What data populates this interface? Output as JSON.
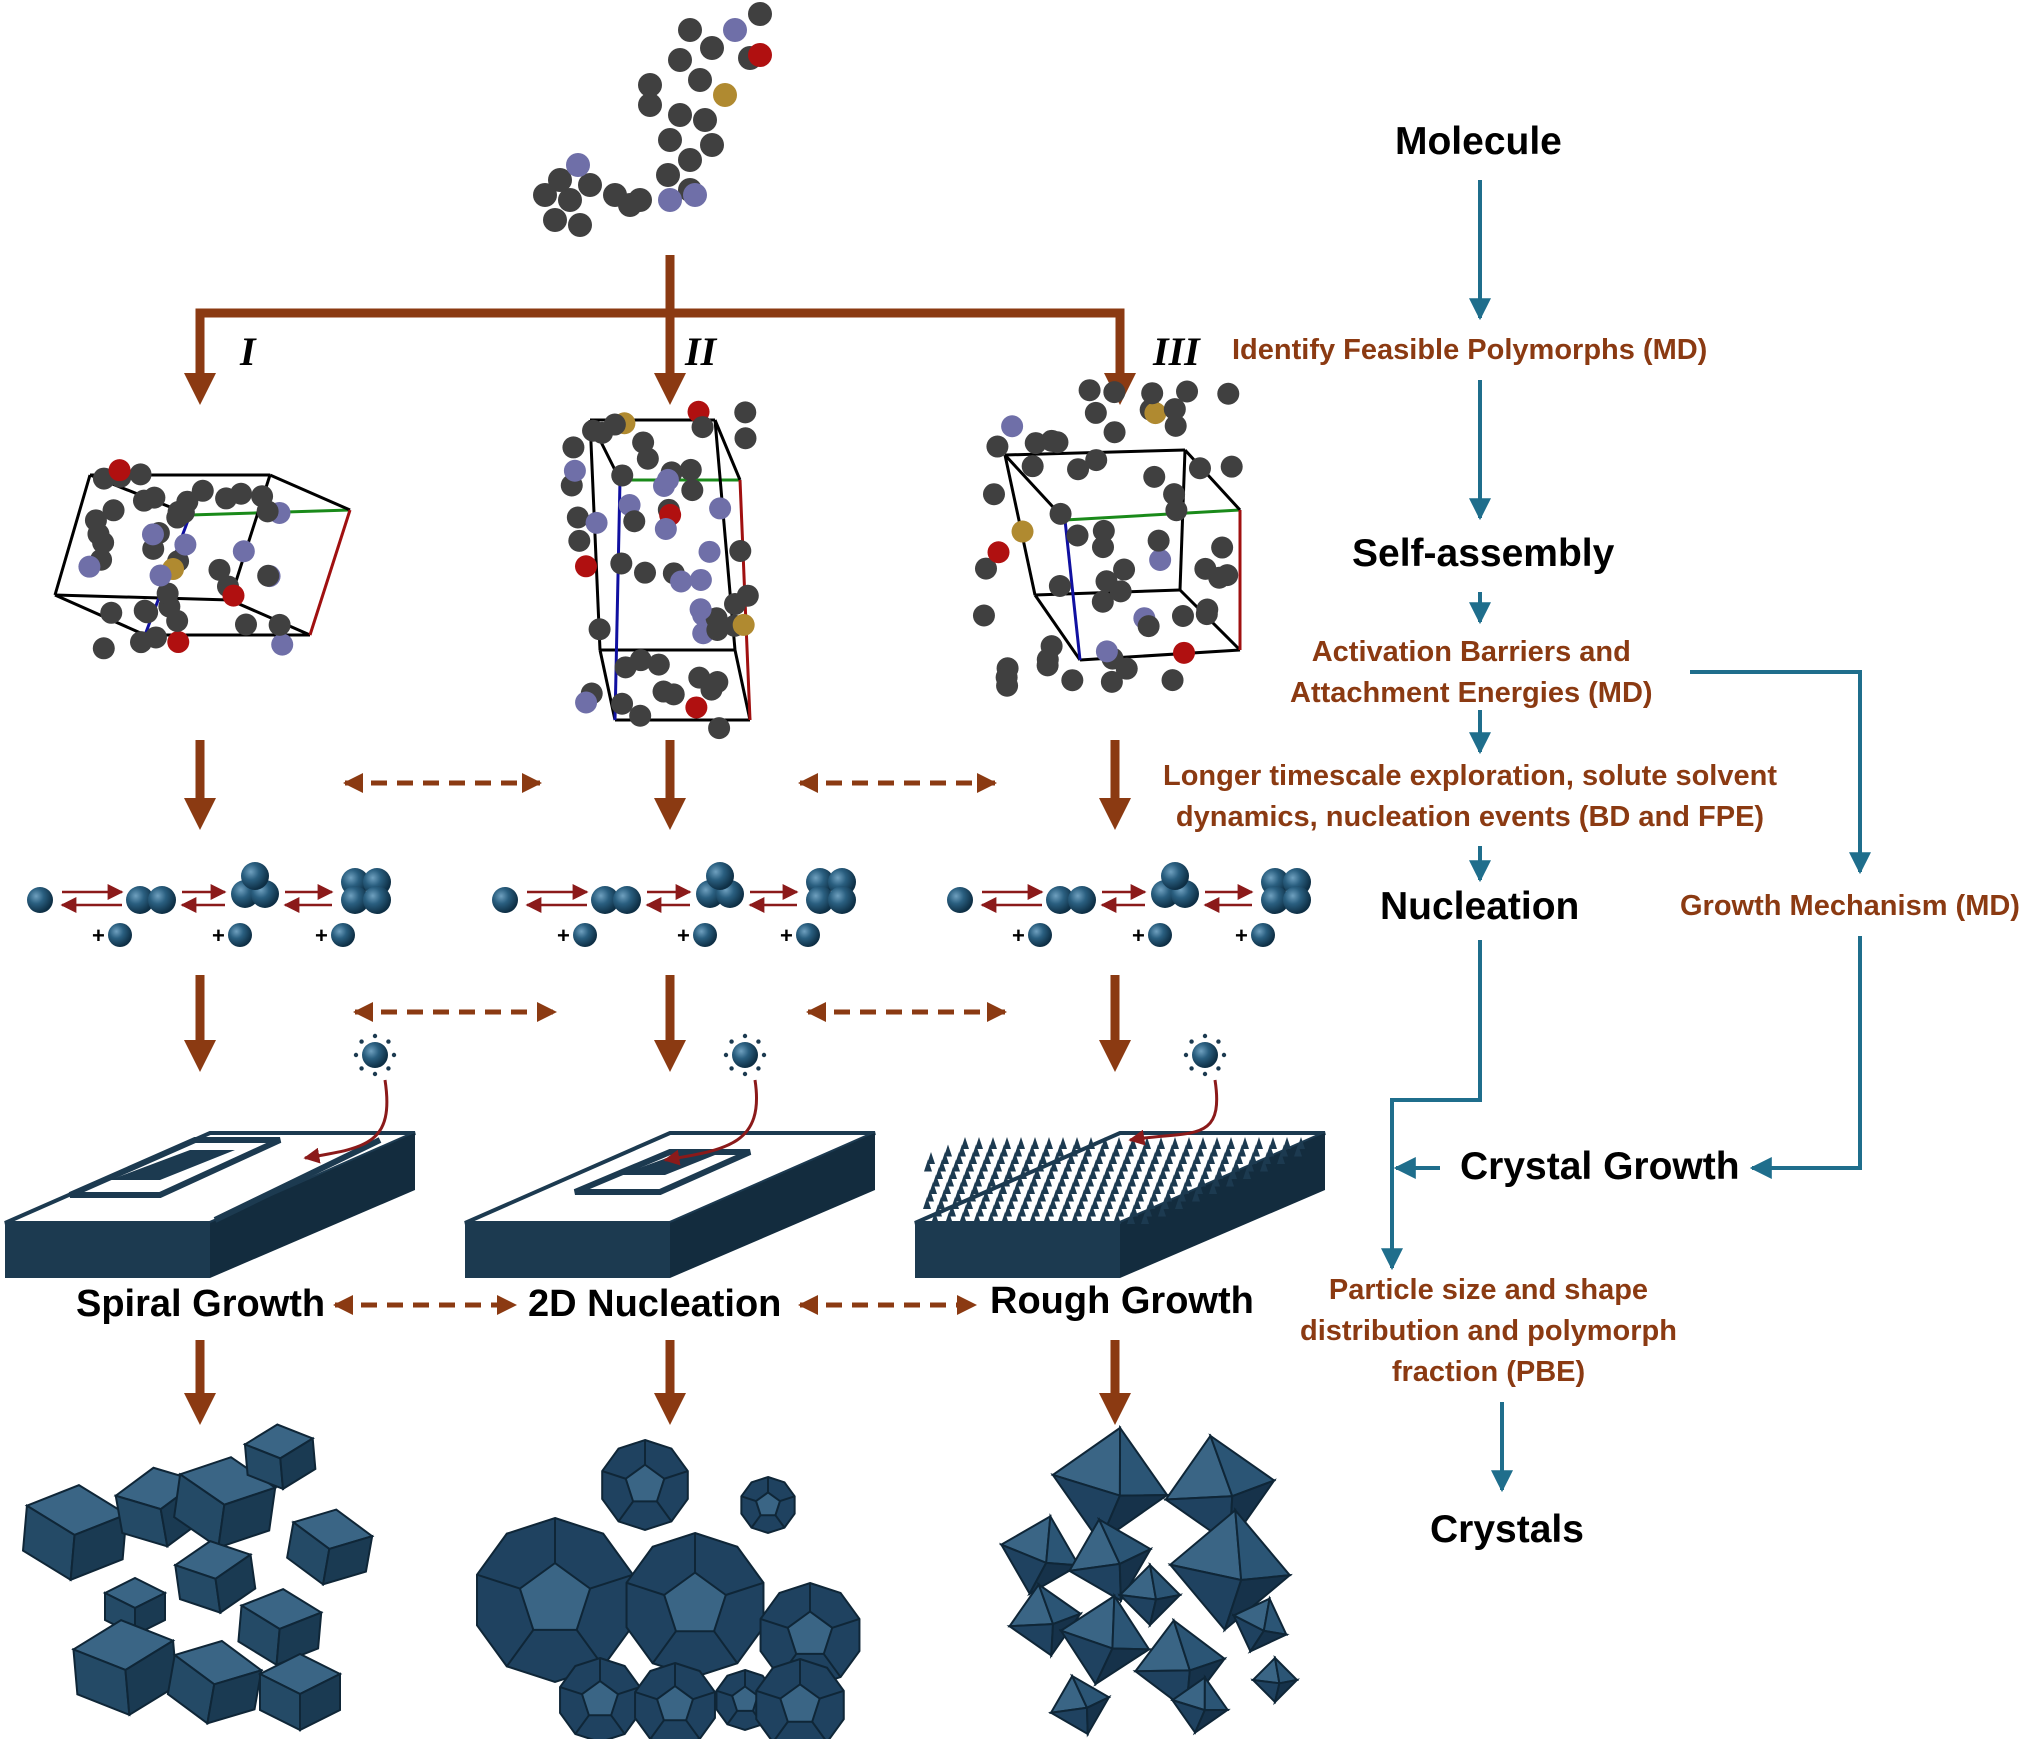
{
  "flow_steps": {
    "molecule": "Molecule",
    "identify_polymorphs": "Identify Feasible Polymorphs (MD)",
    "self_assembly": "Self-assembly",
    "activation_barriers": [
      "Activation Barriers and",
      "Attachment Energies (MD)"
    ],
    "longer_timescale": [
      "Longer timescale exploration, solute solvent",
      "dynamics, nucleation events (BD and FPE)"
    ],
    "nucleation": "Nucleation",
    "growth_mechanism": "Growth Mechanism (MD)",
    "crystal_growth": "Crystal Growth",
    "particle_size": [
      "Particle size and shape",
      "distribution and polymorph",
      "fraction (PBE)"
    ],
    "crystals": "Crystals"
  },
  "polymorphs": [
    {
      "numeral": "I",
      "mechanism": "Spiral Growth"
    },
    {
      "numeral": "II",
      "mechanism": "2D Nucleation"
    },
    {
      "numeral": "III",
      "mechanism": "Rough Growth"
    }
  ],
  "colors": {
    "brown_arrow": "#8b3a12",
    "teal_arrow": "#1f6e8c",
    "crystal_fill": "#244a66",
    "atom_carbon": "#404040",
    "atom_nitrogen": "#6f6fa8",
    "atom_oxygen": "#b01010",
    "atom_sulfur": "#b08a30",
    "slab_dark": "#1c3a50"
  }
}
